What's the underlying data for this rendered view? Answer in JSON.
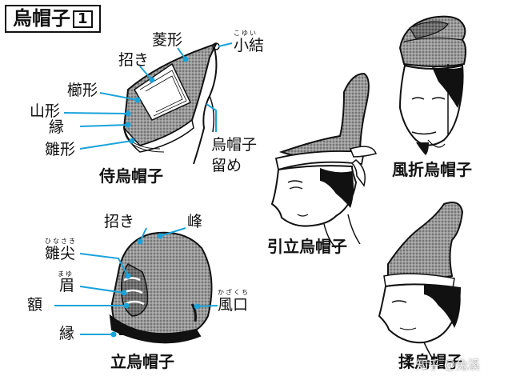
{
  "title": {
    "main": "烏帽子",
    "number": "1"
  },
  "colors": {
    "line": "#1aa3d9",
    "ink": "#111111",
    "fabric": "#8a8a8a",
    "skin": "#ffffff"
  },
  "samurai_eboshi": {
    "name": "侍烏帽子",
    "parts": {
      "hishigata": "菱形",
      "maneki": "招き",
      "kushigata": "櫛形",
      "yamagata": "山形",
      "fuchi": "縁",
      "hinagata": "雛形",
      "kogiri": "小結",
      "kogiri_ruby": "こゆい",
      "tome_1": "烏帽子",
      "tome_2": "留め"
    }
  },
  "tate_eboshi": {
    "name": "立烏帽子",
    "parts": {
      "maneki": "招き",
      "mine": "峰",
      "hinasaki": "雛尖",
      "hinasaki_ruby": "ひなさき",
      "mayu": "眉",
      "mayu_ruby": "まゆ",
      "hitai": "額",
      "fuchi": "縁",
      "kazaguchi": "風口",
      "kazaguchi_ruby": "かざくち"
    }
  },
  "figures": {
    "hikitate": "引立烏帽子",
    "kazaori": "風折烏帽子",
    "momi": "揉烏帽子"
  },
  "watermark": "知乎 @兔溪"
}
